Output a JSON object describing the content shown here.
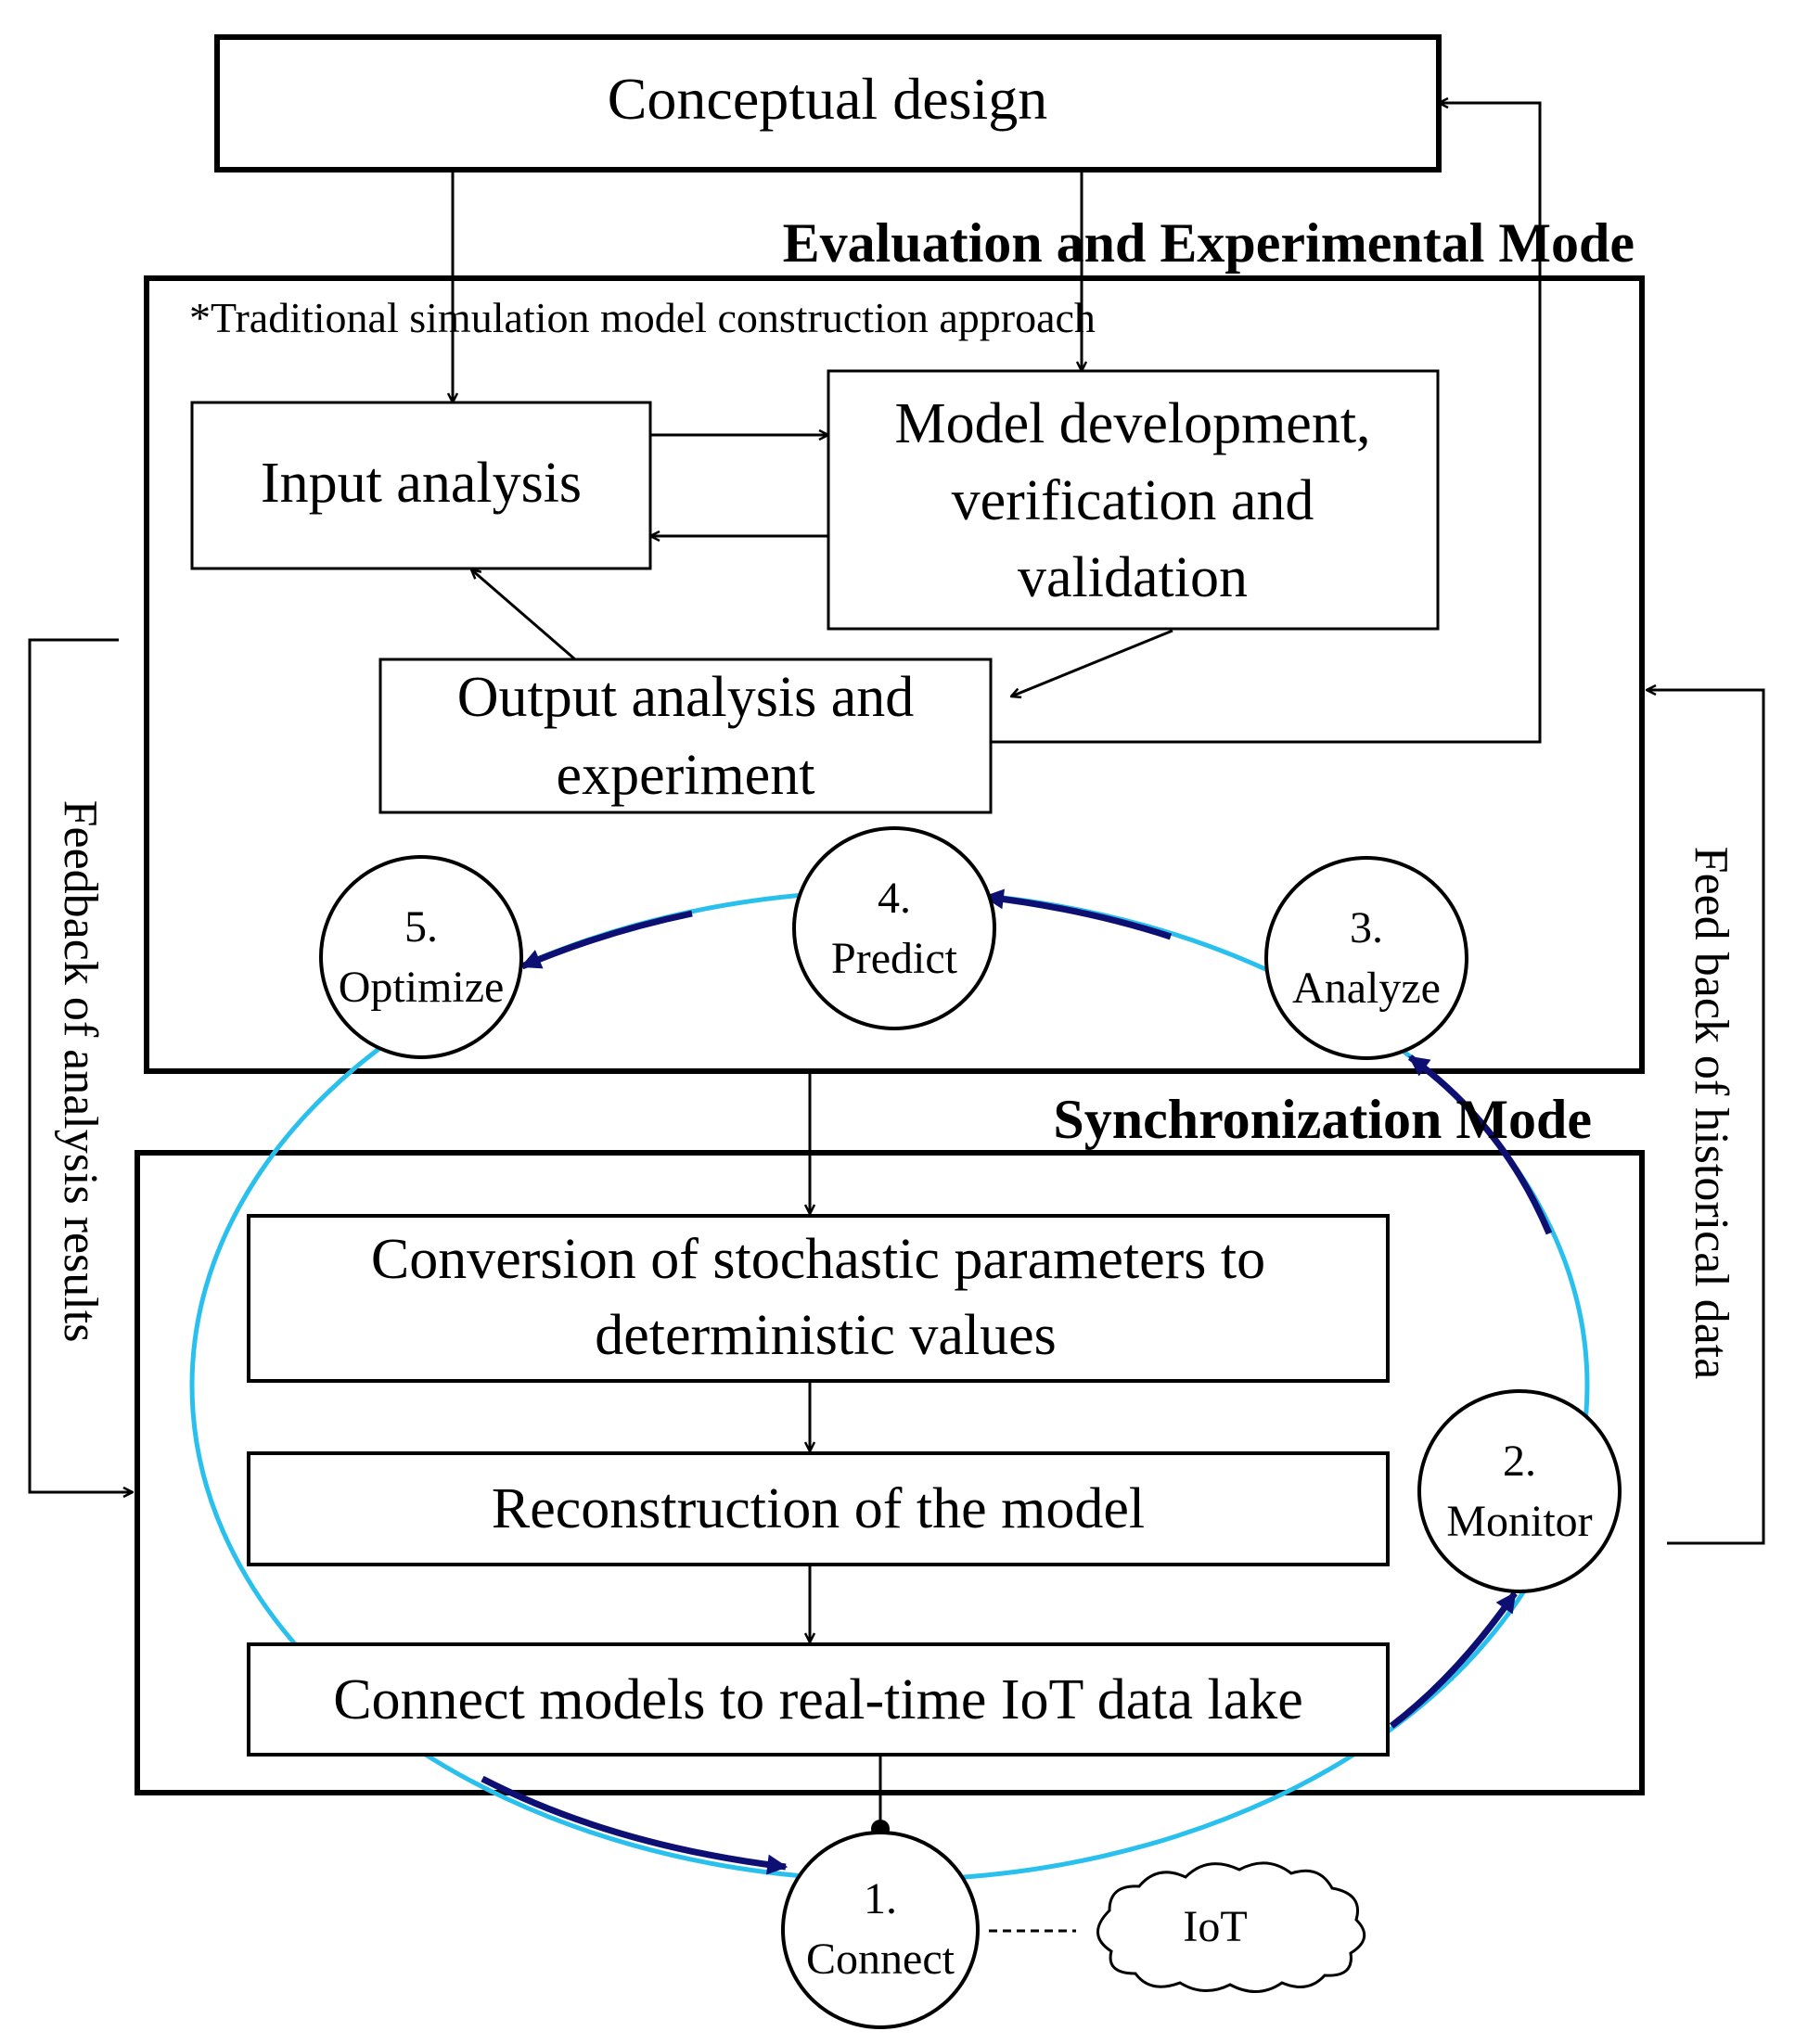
{
  "top_box": {
    "label": "Conceptual design"
  },
  "evaluation_mode": {
    "title": "Evaluation and Experimental Mode",
    "note": "*Traditional simulation model construction approach",
    "input_analysis": "Input analysis",
    "model_dev_lines": [
      "Model development,",
      "verification and",
      "validation"
    ],
    "output_lines": [
      "Output analysis and",
      "experiment"
    ]
  },
  "sync_mode": {
    "title": "Synchronization Mode",
    "conversion_lines": [
      "Conversion of stochastic parameters to",
      "deterministic values"
    ],
    "reconstruction": "Reconstruction of the model",
    "connect_models": "Connect models to real-time IoT data lake"
  },
  "cycle": [
    {
      "num": "1.",
      "label": "Connect"
    },
    {
      "num": "2.",
      "label": "Monitor"
    },
    {
      "num": "3.",
      "label": "Analyze"
    },
    {
      "num": "4.",
      "label": "Predict"
    },
    {
      "num": "5.",
      "label": "Optimize"
    }
  ],
  "iot": {
    "label": "IoT"
  },
  "feedback_left": "Feedback of analysis results",
  "feedback_right": "Feed back of historical data",
  "colors": {
    "cycle_light": "#29c0ee",
    "cycle_dark": "#0d0f73",
    "line": "#000000"
  }
}
